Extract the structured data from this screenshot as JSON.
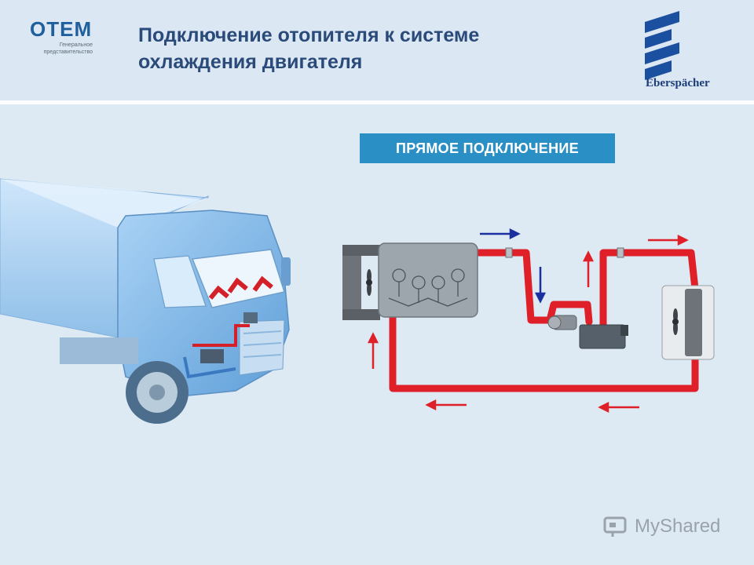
{
  "brand": {
    "logo": "OTEM",
    "subtitle_line1": "Генеральное",
    "subtitle_line2": "представительство"
  },
  "title": {
    "line1": "Подключение отопителя к системе",
    "line2": "охлаждения двигателя"
  },
  "partner_logo": {
    "text": "Eberspächer",
    "icon": "eberspacher-logo-icon",
    "color": "#1b3d7a"
  },
  "badge": {
    "label": "ПРЯМОЕ ПОДКЛЮЧЕНИЕ",
    "color": "#2a8fc4"
  },
  "diagram": {
    "hot_pipe_color": "#e02028",
    "cold_arrow_color": "#1a2fa0",
    "nodes": [
      "engine",
      "radiator",
      "coolant-pump",
      "heater-unit",
      "cab-heat-exchanger"
    ]
  },
  "illustration": {
    "icon": "truck-cutaway-icon"
  },
  "watermark": {
    "text": "MyShared",
    "icon": "myshared-logo-icon"
  }
}
